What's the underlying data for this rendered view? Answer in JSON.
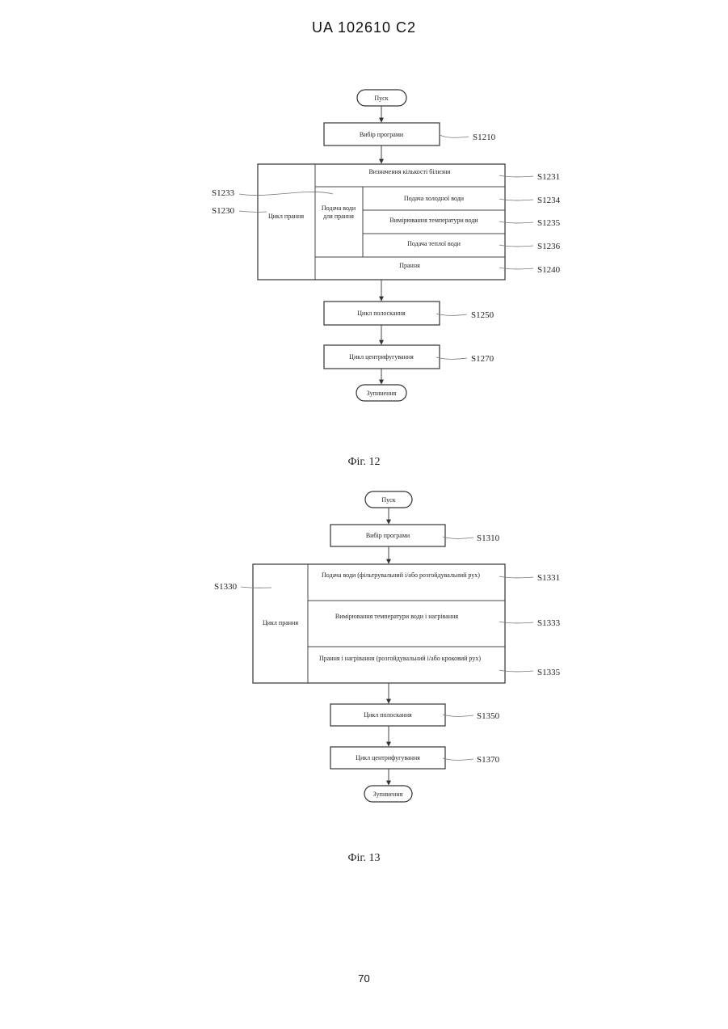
{
  "header": "UA   102610   C2",
  "page_number": "70",
  "fig12": {
    "caption": "Фіг. 12",
    "start": "Пуск",
    "select_program": "Вибір програми",
    "wash_cycle": "Цикл прання",
    "determine_amount": "Визначення кількості білизни",
    "water_supply_line1": "Подача води",
    "water_supply_line2": "для прання",
    "cold_water": "Подача холодної води",
    "measure_temp": "Вимірювання температури води",
    "warm_water": "Подача теплої води",
    "washing": "Прання",
    "rinse_cycle": "Цикл полоскання",
    "spin_cycle": "Цикл центрифугування",
    "stop": "Зупинення",
    "refs": {
      "s1210": "S1210",
      "s1231": "S1231",
      "s1233": "S1233",
      "s1230": "S1230",
      "s1234": "S1234",
      "s1235": "S1235",
      "s1236": "S1236",
      "s1240": "S1240",
      "s1250": "S1250",
      "s1270": "S1270"
    }
  },
  "fig13": {
    "caption": "Фіг. 13",
    "start": "Пуск",
    "select_program": "Вибір програми",
    "wash_cycle": "Цикл прання",
    "water_supply": "Подача води (фільтрувальний і/або розгойдувальний рух)",
    "measure_heat": "Вимірювання температури води і нагрівання",
    "wash_heat": "Прання і нагрівання (розгойдувальний і/або кроковий рух)",
    "rinse_cycle": "Цикл полоскання",
    "spin_cycle": "Цикл центрифугування",
    "stop": "Зупинення",
    "refs": {
      "s1310": "S1310",
      "s1330": "S1330",
      "s1331": "S1331",
      "s1333": "S1333",
      "s1335": "S1335",
      "s1350": "S1350",
      "s1370": "S1370"
    }
  }
}
